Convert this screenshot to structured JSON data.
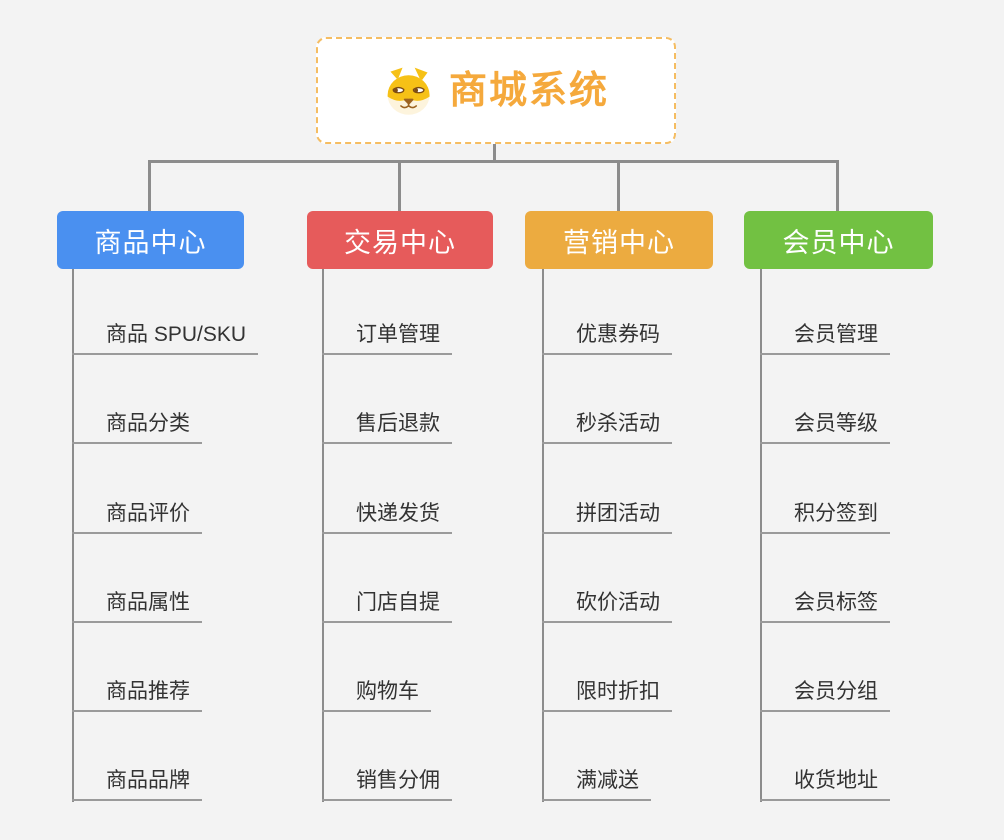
{
  "root": {
    "title": "商城系统",
    "icon": "dog-mascot"
  },
  "branches": [
    {
      "label": "商品中心",
      "items": [
        "商品 SPU/SKU",
        "商品分类",
        "商品评价",
        "商品属性",
        "商品推荐",
        "商品品牌"
      ]
    },
    {
      "label": "交易中心",
      "items": [
        "订单管理",
        "售后退款",
        "快递发货",
        "门店自提",
        "购物车",
        "销售分佣"
      ]
    },
    {
      "label": "营销中心",
      "items": [
        "优惠券码",
        "秒杀活动",
        "拼团活动",
        "砍价活动",
        "限时折扣",
        "满减送"
      ]
    },
    {
      "label": "会员中心",
      "items": [
        "会员管理",
        "会员等级",
        "积分签到",
        "会员标签",
        "会员分组",
        "收货地址"
      ]
    }
  ],
  "colors": {
    "page-bg": "#f3f3f3",
    "node-bg": "#ffffff",
    "root-border": "#f5bd62",
    "root-title": "#f5a93c",
    "branch-0": "#4a90f0",
    "branch-1": "#e65b5b",
    "branch-2": "#ecab40",
    "branch-3": "#72c142",
    "branch-text": "#ffffff",
    "line": "#8c8c8c",
    "underline": "#9a9a9a",
    "item-text": "#333333"
  }
}
